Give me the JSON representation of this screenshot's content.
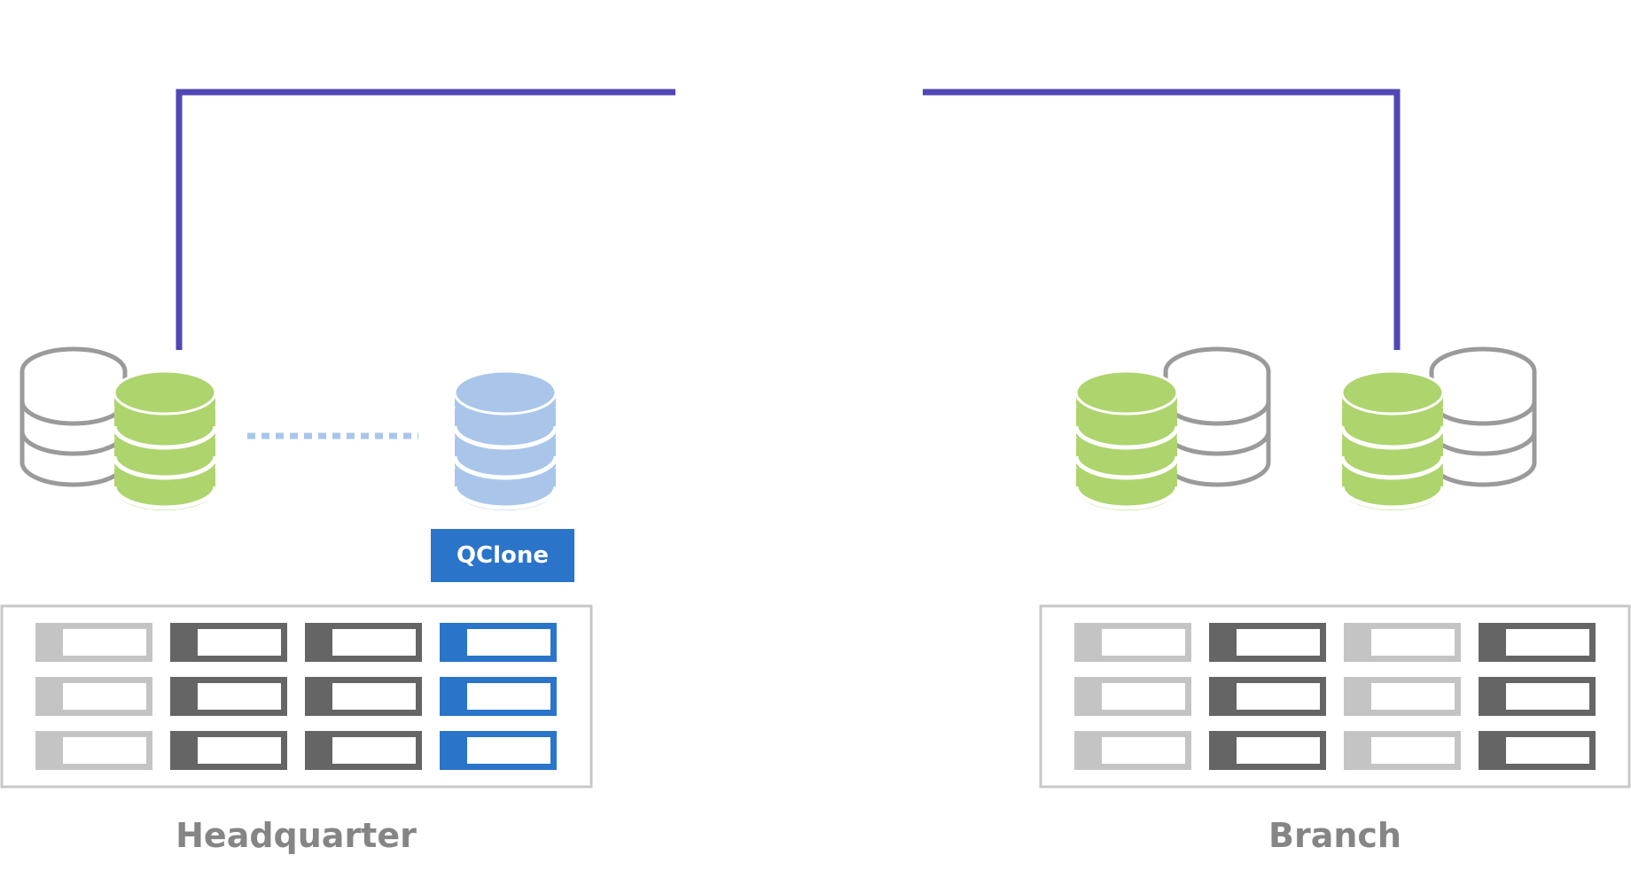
{
  "labels": {
    "headquarter": "Headquarter",
    "branch": "Branch",
    "qclone": "QClone"
  },
  "colors": {
    "link_line": "#5046b4",
    "snapshot_green": "#aed46e",
    "clone_blue": "#a9c6ea",
    "database_outline": "#9a9a9a",
    "drive_light": "#c4c4c4",
    "drive_dark": "#656565",
    "drive_blue": "#2a74c9",
    "nas_border": "#c8c8c8",
    "label_gray": "#858585"
  },
  "icons": [
    "database-outline-icon",
    "database-green-icon",
    "database-blue-icon",
    "nas-chassis-icon",
    "drive-bay-icon"
  ],
  "headquarter_nas": {
    "drive_columns": [
      "light",
      "dark",
      "dark",
      "blue"
    ]
  },
  "branch_nas": {
    "drive_columns": [
      "light",
      "dark",
      "light",
      "dark"
    ]
  }
}
